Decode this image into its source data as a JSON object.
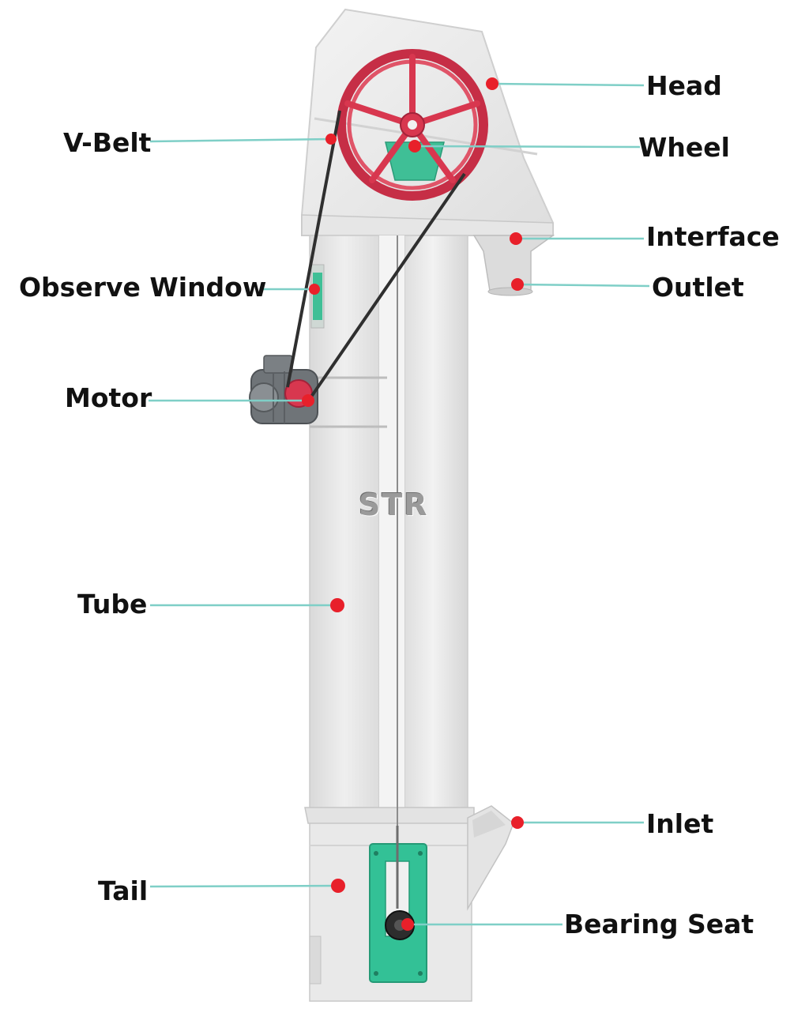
{
  "labels": {
    "head": "Head",
    "v_belt": "V-Belt",
    "wheel": "Wheel",
    "interface": "Interface",
    "observe_window": "Observe Window",
    "outlet": "Outlet",
    "motor": "Motor",
    "tube": "Tube",
    "inlet": "Inlet",
    "tail": "Tail",
    "bearing_seat": "Bearing Seat"
  },
  "watermark": "STR",
  "colors": {
    "leader_line": "#7fcfc7",
    "marker_dot": "#e8202a",
    "wheel": "#d8374f",
    "body": "#ececec",
    "bearing_plate": "#33c196"
  }
}
